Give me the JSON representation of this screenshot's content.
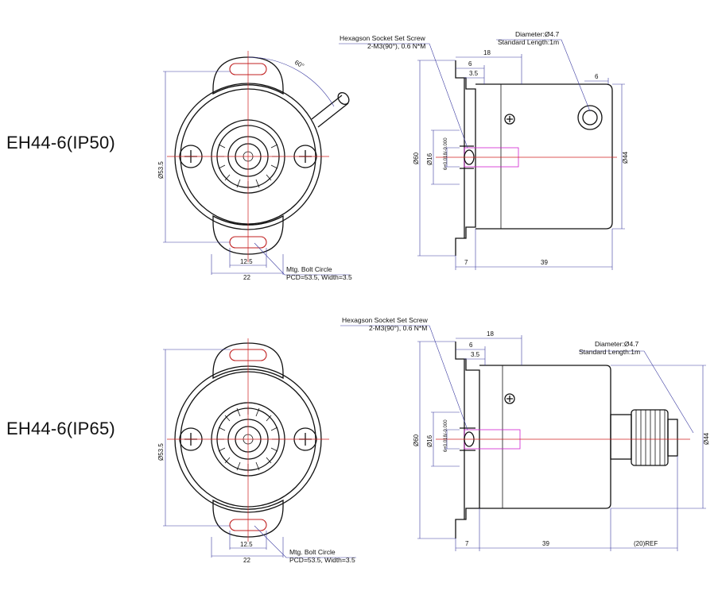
{
  "models": [
    {
      "label": "EH44-6(IP50)",
      "dims": {
        "angle": "60°",
        "pcd_vertical": "Ø53.5",
        "slot_inner": "12.5",
        "slot_outer": "22",
        "bolt_circle_line1": "Mtg. Bolt Circle",
        "bolt_circle_line2": "PCD=53.5, Width=3.5",
        "set_screw_line1": "Hexagson Socket Set Screw",
        "set_screw_line2": "2-M3(90°), 0.6 N*M",
        "cable_line1": "Diameter:Ø4.7",
        "cable_line2": "Standard Length:1m",
        "top_18": "18",
        "top_6": "6",
        "top_3_5": "3.5",
        "cable_6": "6",
        "dia_60": "Ø60",
        "dia_16": "Ø16",
        "bore": "6+0.018/-0.000",
        "dia_44": "Ø44",
        "bottom_7": "7",
        "bottom_39": "39"
      }
    },
    {
      "label": "EH44-6(IP65)",
      "dims": {
        "pcd_vertical": "Ø53.5",
        "slot_inner": "12.5",
        "slot_outer": "22",
        "bolt_circle_line1": "Mtg. Bolt Circle",
        "bolt_circle_line2": "PCD=53.5, Width=3.5",
        "set_screw_line1": "Hexagson Socket Set Screw",
        "set_screw_line2": "2-M3(90°), 0.6 N*M",
        "cable_line1": "Diameter:Ø4.7",
        "cable_line2": "Standard Length:1m",
        "top_18": "18",
        "top_6": "6",
        "top_3_5": "3.5",
        "dia_60": "Ø60",
        "dia_16": "Ø16",
        "bore": "6+0.018/-0.000",
        "dia_44": "Ø44",
        "bottom_7": "7",
        "bottom_39": "39",
        "bottom_ref": "(20)REF"
      }
    }
  ]
}
